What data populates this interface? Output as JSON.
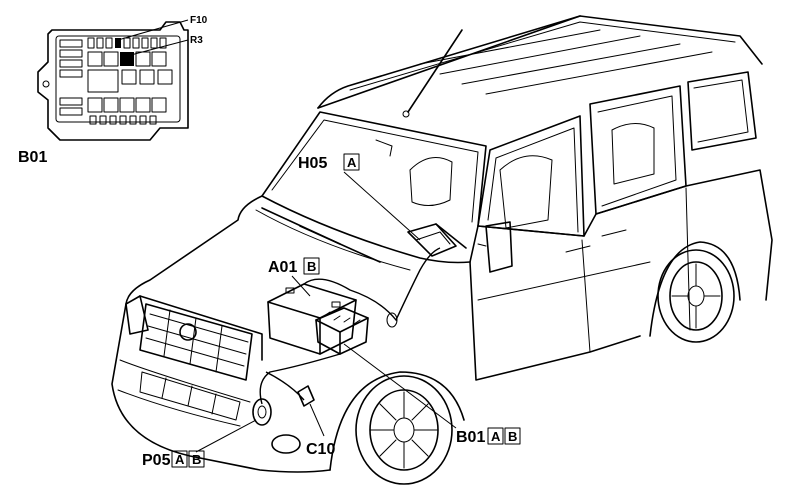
{
  "inset": {
    "title": "B01",
    "fuse_labels": [
      "F10",
      "R3"
    ]
  },
  "callouts": [
    {
      "code": "H05",
      "refs": [
        "A"
      ]
    },
    {
      "code": "A01",
      "refs": [
        "B"
      ]
    },
    {
      "code": "B01",
      "refs": [
        "A",
        "B"
      ]
    },
    {
      "code": "P05",
      "refs": [
        "A",
        "B"
      ]
    },
    {
      "code": "C10",
      "refs": []
    }
  ]
}
